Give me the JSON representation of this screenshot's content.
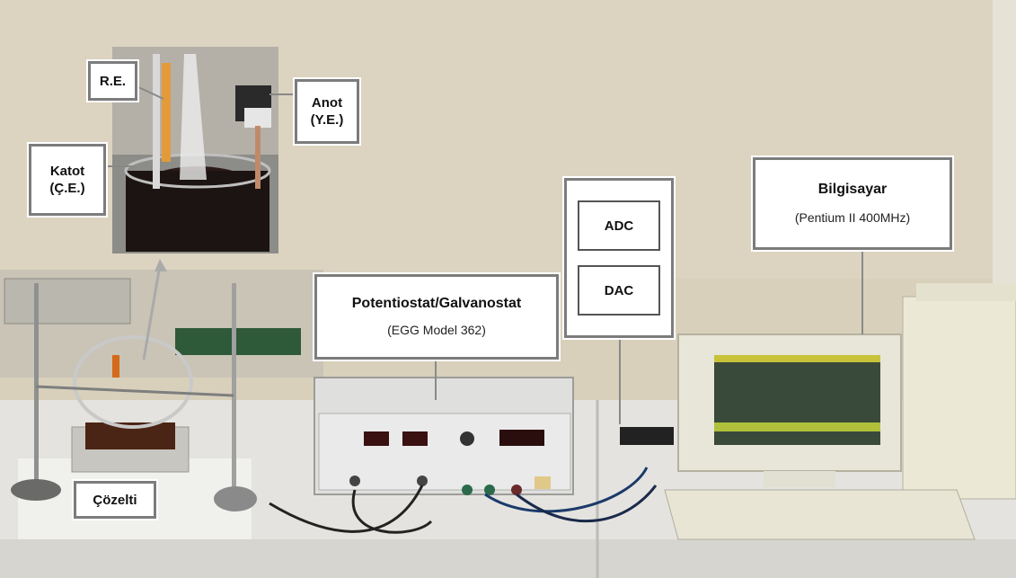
{
  "photo": {
    "description_icons": [
      "electrochemical-cell",
      "potentiostat",
      "computer",
      "monitor",
      "keyboard"
    ]
  },
  "labels": {
    "re": "R.E.",
    "anot_line1": "Anot",
    "anot_line2": "(Y.E.)",
    "katot_line1": "Katot",
    "katot_line2": "(Ç.E.)",
    "cozelti": "Çözelti",
    "potentiostat_title": "Potentiostat/Galvanostat",
    "potentiostat_model": "(EGG Model 362)",
    "adc": "ADC",
    "dac": "DAC",
    "computer_title": "Bilgisayar",
    "computer_model": "(Pentium II 400MHz)"
  },
  "colors": {
    "wall": "#d9d2bf",
    "table": "#e8e8e6",
    "label_border": "#7c7c7c",
    "screen": "#3a5a2a"
  }
}
